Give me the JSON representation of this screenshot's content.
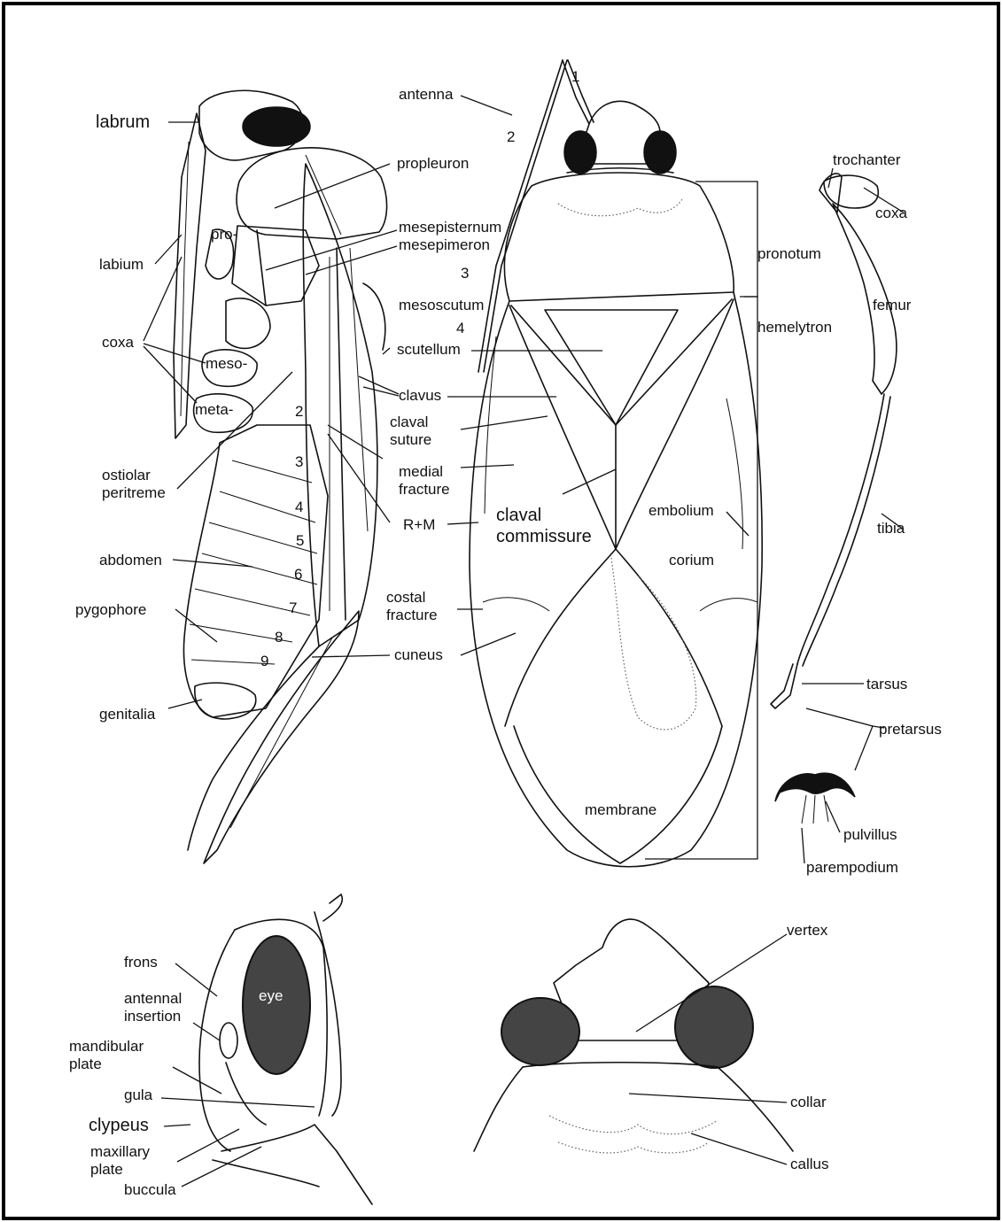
{
  "labels": {
    "labrum": "labrum",
    "labium": "labium",
    "coxa_left": "coxa",
    "meso": "meso-",
    "meta": "meta-",
    "pro": "pro-",
    "ostiolar_peritreme": [
      "ostiolar",
      "peritreme"
    ],
    "abdomen": "abdomen",
    "pygophore": "pygophore",
    "genitalia": "genitalia",
    "antenna": "antenna",
    "propleuron": "propleuron",
    "mesepisternum": "mesepisternum",
    "mesepimeron": "mesepimeron",
    "mesoscutum": "mesoscutum",
    "scutellum": "scutellum",
    "clavus": "clavus",
    "claval_suture": [
      "claval",
      "suture"
    ],
    "medial_fracture": [
      "medial",
      "fracture"
    ],
    "rm": "R+M",
    "claval_commissure": [
      "claval",
      "commissure"
    ],
    "costal_fracture": [
      "costal",
      "fracture"
    ],
    "cuneus": "cuneus",
    "embolium": "embolium",
    "corium": "corium",
    "membrane": "membrane",
    "pronotum": "pronotum",
    "hemelytron": "hemelytron",
    "trochanter": "trochanter",
    "coxa_right": "coxa",
    "femur": "femur",
    "tibia": "tibia",
    "tarsus": "tarsus",
    "pretarsus": "pretarsus",
    "pulvillus": "pulvillus",
    "parempodium": "parempodium",
    "frons": "frons",
    "eye": "eye",
    "antennal_insertion": [
      "antennal",
      "insertion"
    ],
    "mandibular_plate": [
      "mandibular",
      "plate"
    ],
    "gula": "gula",
    "clypeus": "clypeus",
    "maxillary_plate": [
      "maxillary",
      "plate"
    ],
    "buccula": "buccula",
    "vertex": "vertex",
    "collar": "collar",
    "callus": "callus"
  },
  "antenna_segments": [
    "1",
    "2",
    "3",
    "4"
  ],
  "abdominal_segments": [
    "2",
    "3",
    "4",
    "5",
    "6",
    "7",
    "8",
    "9"
  ]
}
